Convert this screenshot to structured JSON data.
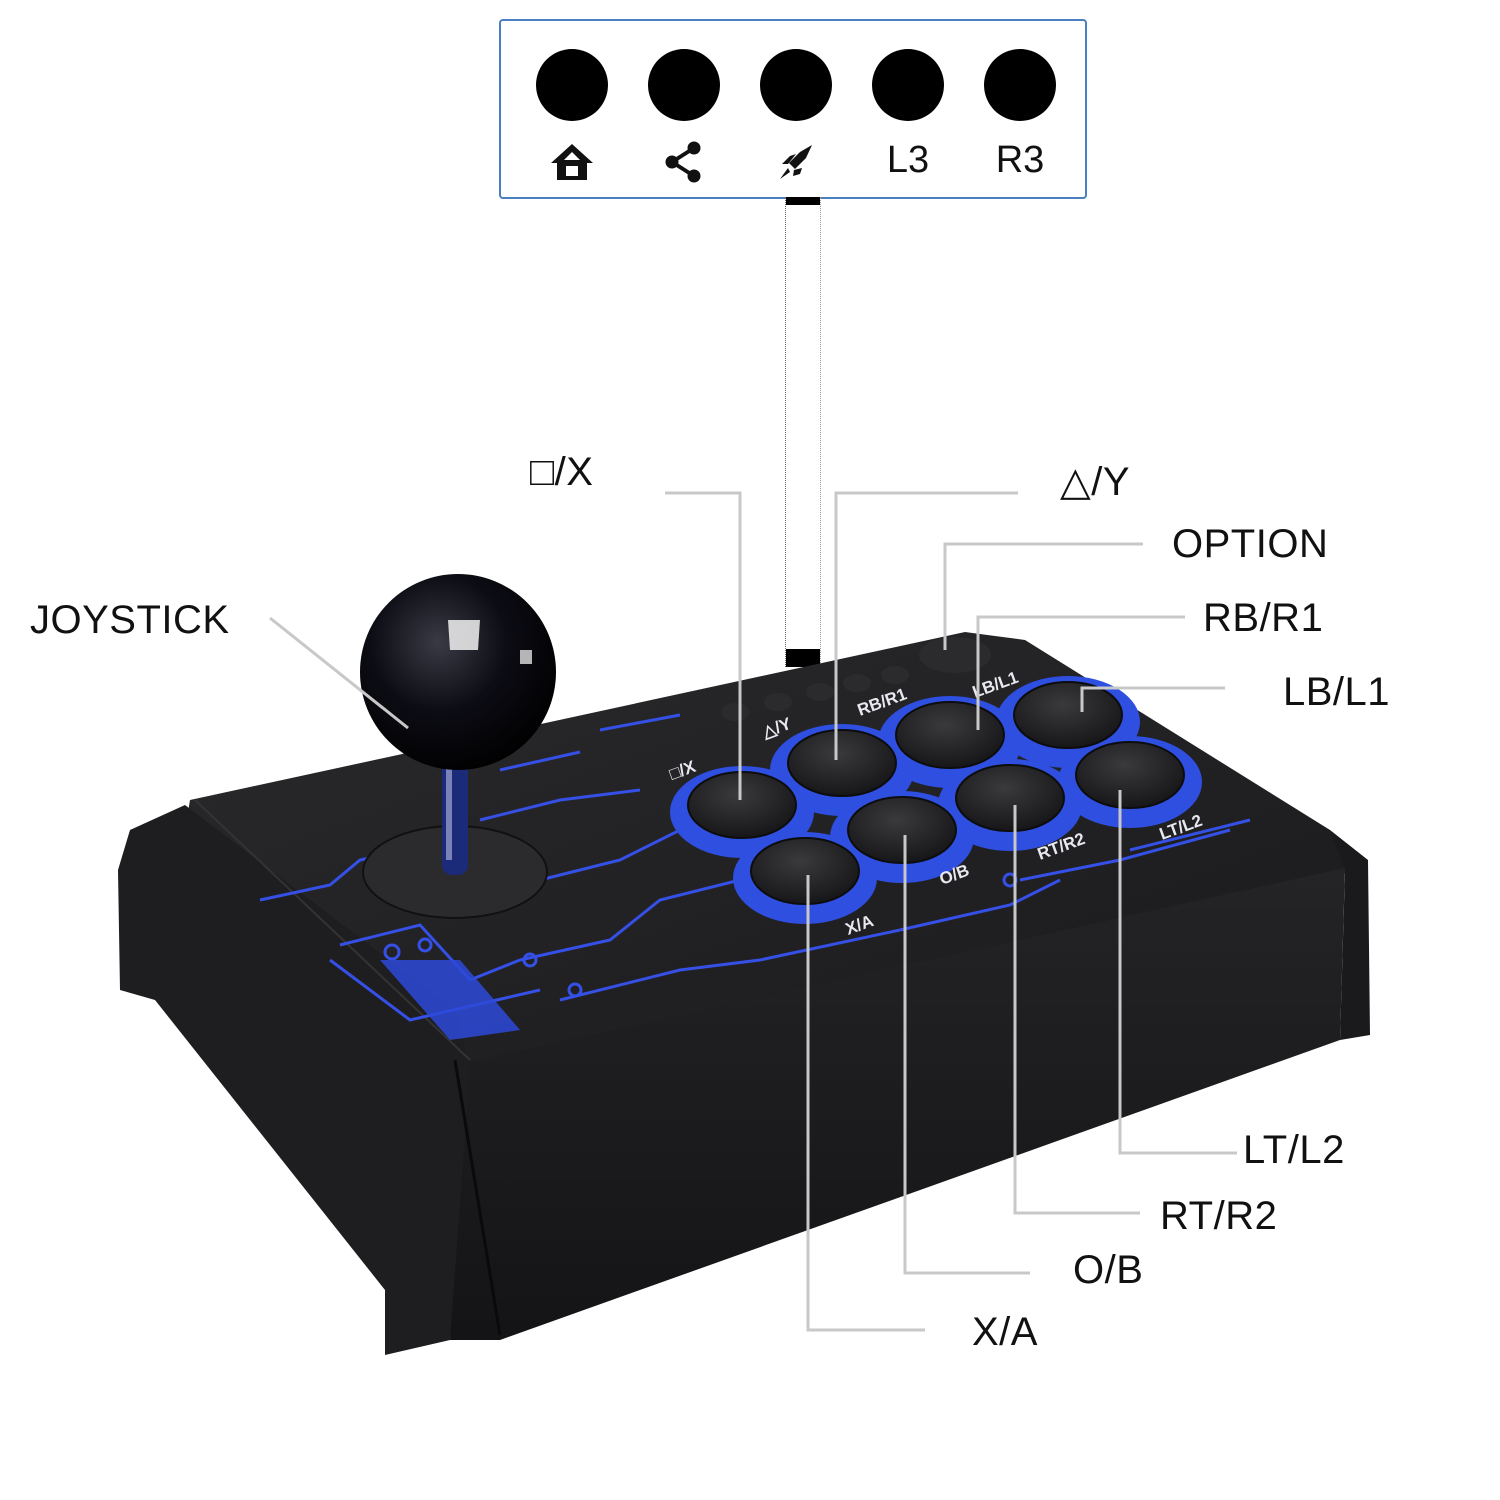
{
  "top_panel": {
    "buttons": [
      {
        "id": "home",
        "icon": "home-icon",
        "label": ""
      },
      {
        "id": "share",
        "icon": "share-icon",
        "label": ""
      },
      {
        "id": "turbo",
        "icon": "rocket-icon",
        "label": ""
      },
      {
        "id": "l3",
        "icon": "",
        "label": "L3"
      },
      {
        "id": "r3",
        "icon": "",
        "label": "R3"
      }
    ]
  },
  "callouts": {
    "joystick": "JOYSTICK",
    "square_x": "□/X",
    "triangle_y": "△/Y",
    "option": "OPTION",
    "rb_r1": "RB/R1",
    "lb_l1": "LB/L1",
    "lt_l2": "LT/L2",
    "rt_r2": "RT/R2",
    "o_b": "O/B",
    "x_a": "X/A"
  },
  "device_printed_labels": {
    "square_x": "□/X",
    "triangle_y": "△/Y",
    "rb_r1": "RB/R1",
    "lb_l1": "LB/L1",
    "o_b": "O/B",
    "rt_r2": "RT/R2",
    "lt_l2": "LT/L2",
    "x_a": "X/A"
  },
  "colors": {
    "body": "#1c1c1e",
    "accent_blue": "#2f4fe0",
    "leader_line": "#c8c8c8",
    "panel_border": "#4a7fc1"
  }
}
